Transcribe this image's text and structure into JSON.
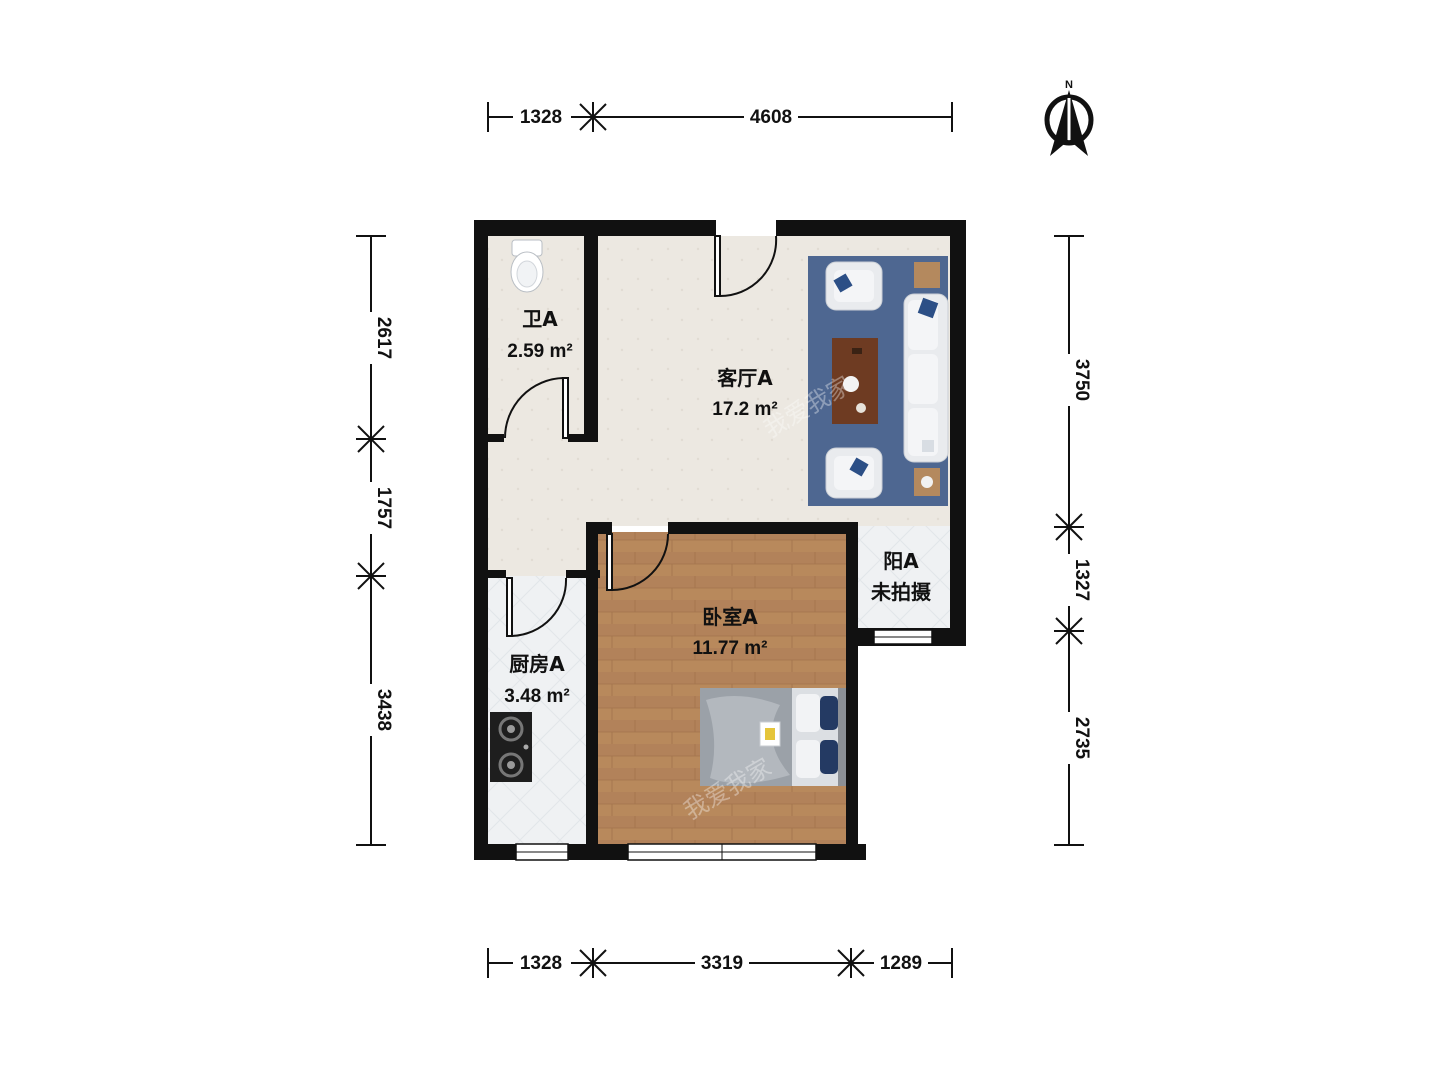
{
  "compass": {
    "label": "N",
    "icon": "north-arrow-icon"
  },
  "dimensions": {
    "top": [
      "1328",
      "4608"
    ],
    "bottom": [
      "1328",
      "3319",
      "1289"
    ],
    "left": [
      "2617",
      "1757",
      "3438"
    ],
    "right": [
      "3750",
      "1327",
      "2735"
    ]
  },
  "rooms": {
    "bathroom": {
      "name": "卫A",
      "area": "2.59 m²"
    },
    "living": {
      "name": "客厅A",
      "area": "17.2 m²"
    },
    "bedroom": {
      "name": "卧室A",
      "area": "11.77 m²"
    },
    "kitchen": {
      "name": "厨房A",
      "area": "3.48 m²"
    },
    "balcony": {
      "name": "阳A",
      "note": "未拍摄"
    }
  },
  "watermark": {
    "text": "我爱我家"
  },
  "colors": {
    "wall": "#111111",
    "living_floor": "#ece8e1",
    "bedroom_floor": "#b58a5f",
    "wet_floor": "#eef1f3",
    "rug": "#4e6791",
    "table": "#6e3b22",
    "sofa": "#e9ebee",
    "accent_pillow": "#2c4f86"
  }
}
